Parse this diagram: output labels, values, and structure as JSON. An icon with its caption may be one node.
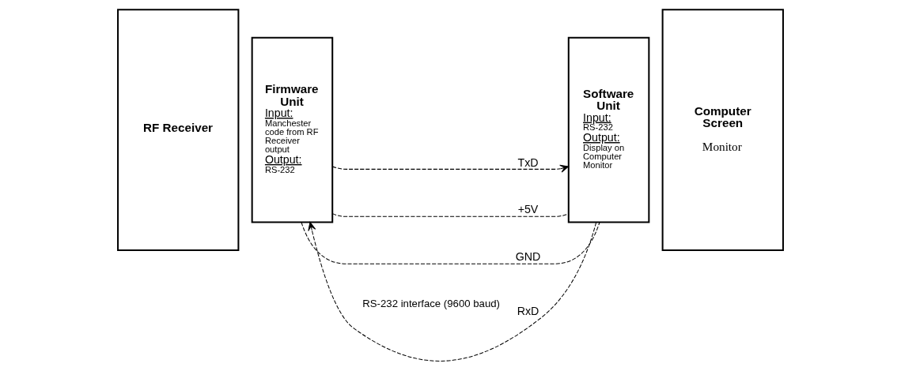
{
  "diagram": {
    "nodes": [
      {
        "text": [
          "RF Receiver"
        ]
      },
      {
        "text": [
          "Firmware Unit",
          "Input:",
          "Manchester code from RF Receiver output",
          "Output:",
          "RS-232"
        ]
      },
      {
        "text": [
          "Software Unit",
          "Input:",
          "RS-232",
          "Output:",
          "Display on Computer Monitor"
        ]
      },
      {
        "text": [
          "Computer Screen",
          "Monitor"
        ]
      }
    ],
    "edges": [
      {
        "from": 1,
        "to": 2,
        "arrow": "to",
        "label": "TxD",
        "style": "dashed"
      },
      {
        "from": 2,
        "to": 1,
        "arrow": "to",
        "label": "RxD",
        "style": "dashed"
      },
      {
        "from": 1,
        "to": 2,
        "arrow": "none",
        "label": "+5V",
        "style": "dashed"
      },
      {
        "from": 1,
        "to": 2,
        "arrow": "none",
        "label": "GND",
        "style": "dashed"
      }
    ],
    "labels": [
      "RS-232 interface (9600 baud)"
    ]
  }
}
